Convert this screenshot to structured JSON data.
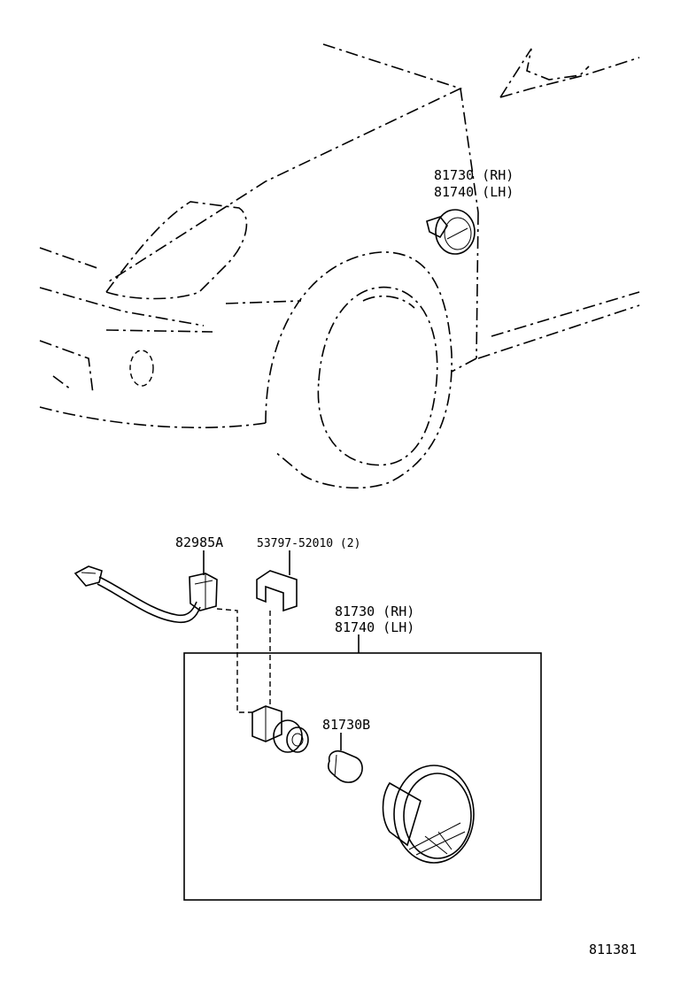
{
  "upper_view": {
    "lamp_label_rh": "81730 (RH)",
    "lamp_label_lh": "81740 (LH)"
  },
  "exploded_view": {
    "harness_label": "82985A",
    "clip_label": "53797-52010 (2)",
    "assembly_label_rh": "81730 (RH)",
    "assembly_label_lh": "81740 (LH)",
    "bulb_label": "81730B"
  },
  "illustration_number": "811381"
}
